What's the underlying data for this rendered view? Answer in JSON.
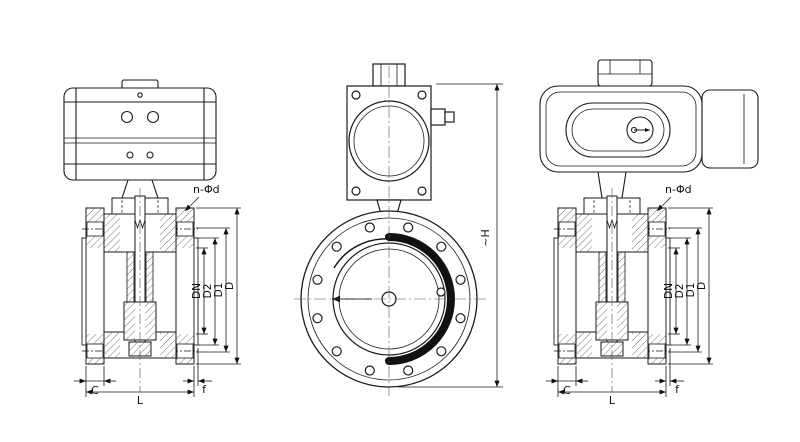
{
  "drawing": {
    "views": {
      "left": {
        "dims": {
          "bolt": "n-Φd",
          "dn": "DN",
          "d2": "D2",
          "d1": "D1",
          "d": "D",
          "c": "C",
          "l": "L",
          "f": "f"
        }
      },
      "center": {
        "dims": {
          "h": "~H"
        }
      },
      "right": {
        "dims": {
          "bolt": "n-Φd",
          "dn": "DN",
          "d2": "D2",
          "d1": "D1",
          "d": "D",
          "c": "C",
          "l": "L",
          "f": "f"
        }
      }
    },
    "colors": {
      "line": "#1a1a1a",
      "background": "#ffffff",
      "disc": "#111111"
    }
  }
}
